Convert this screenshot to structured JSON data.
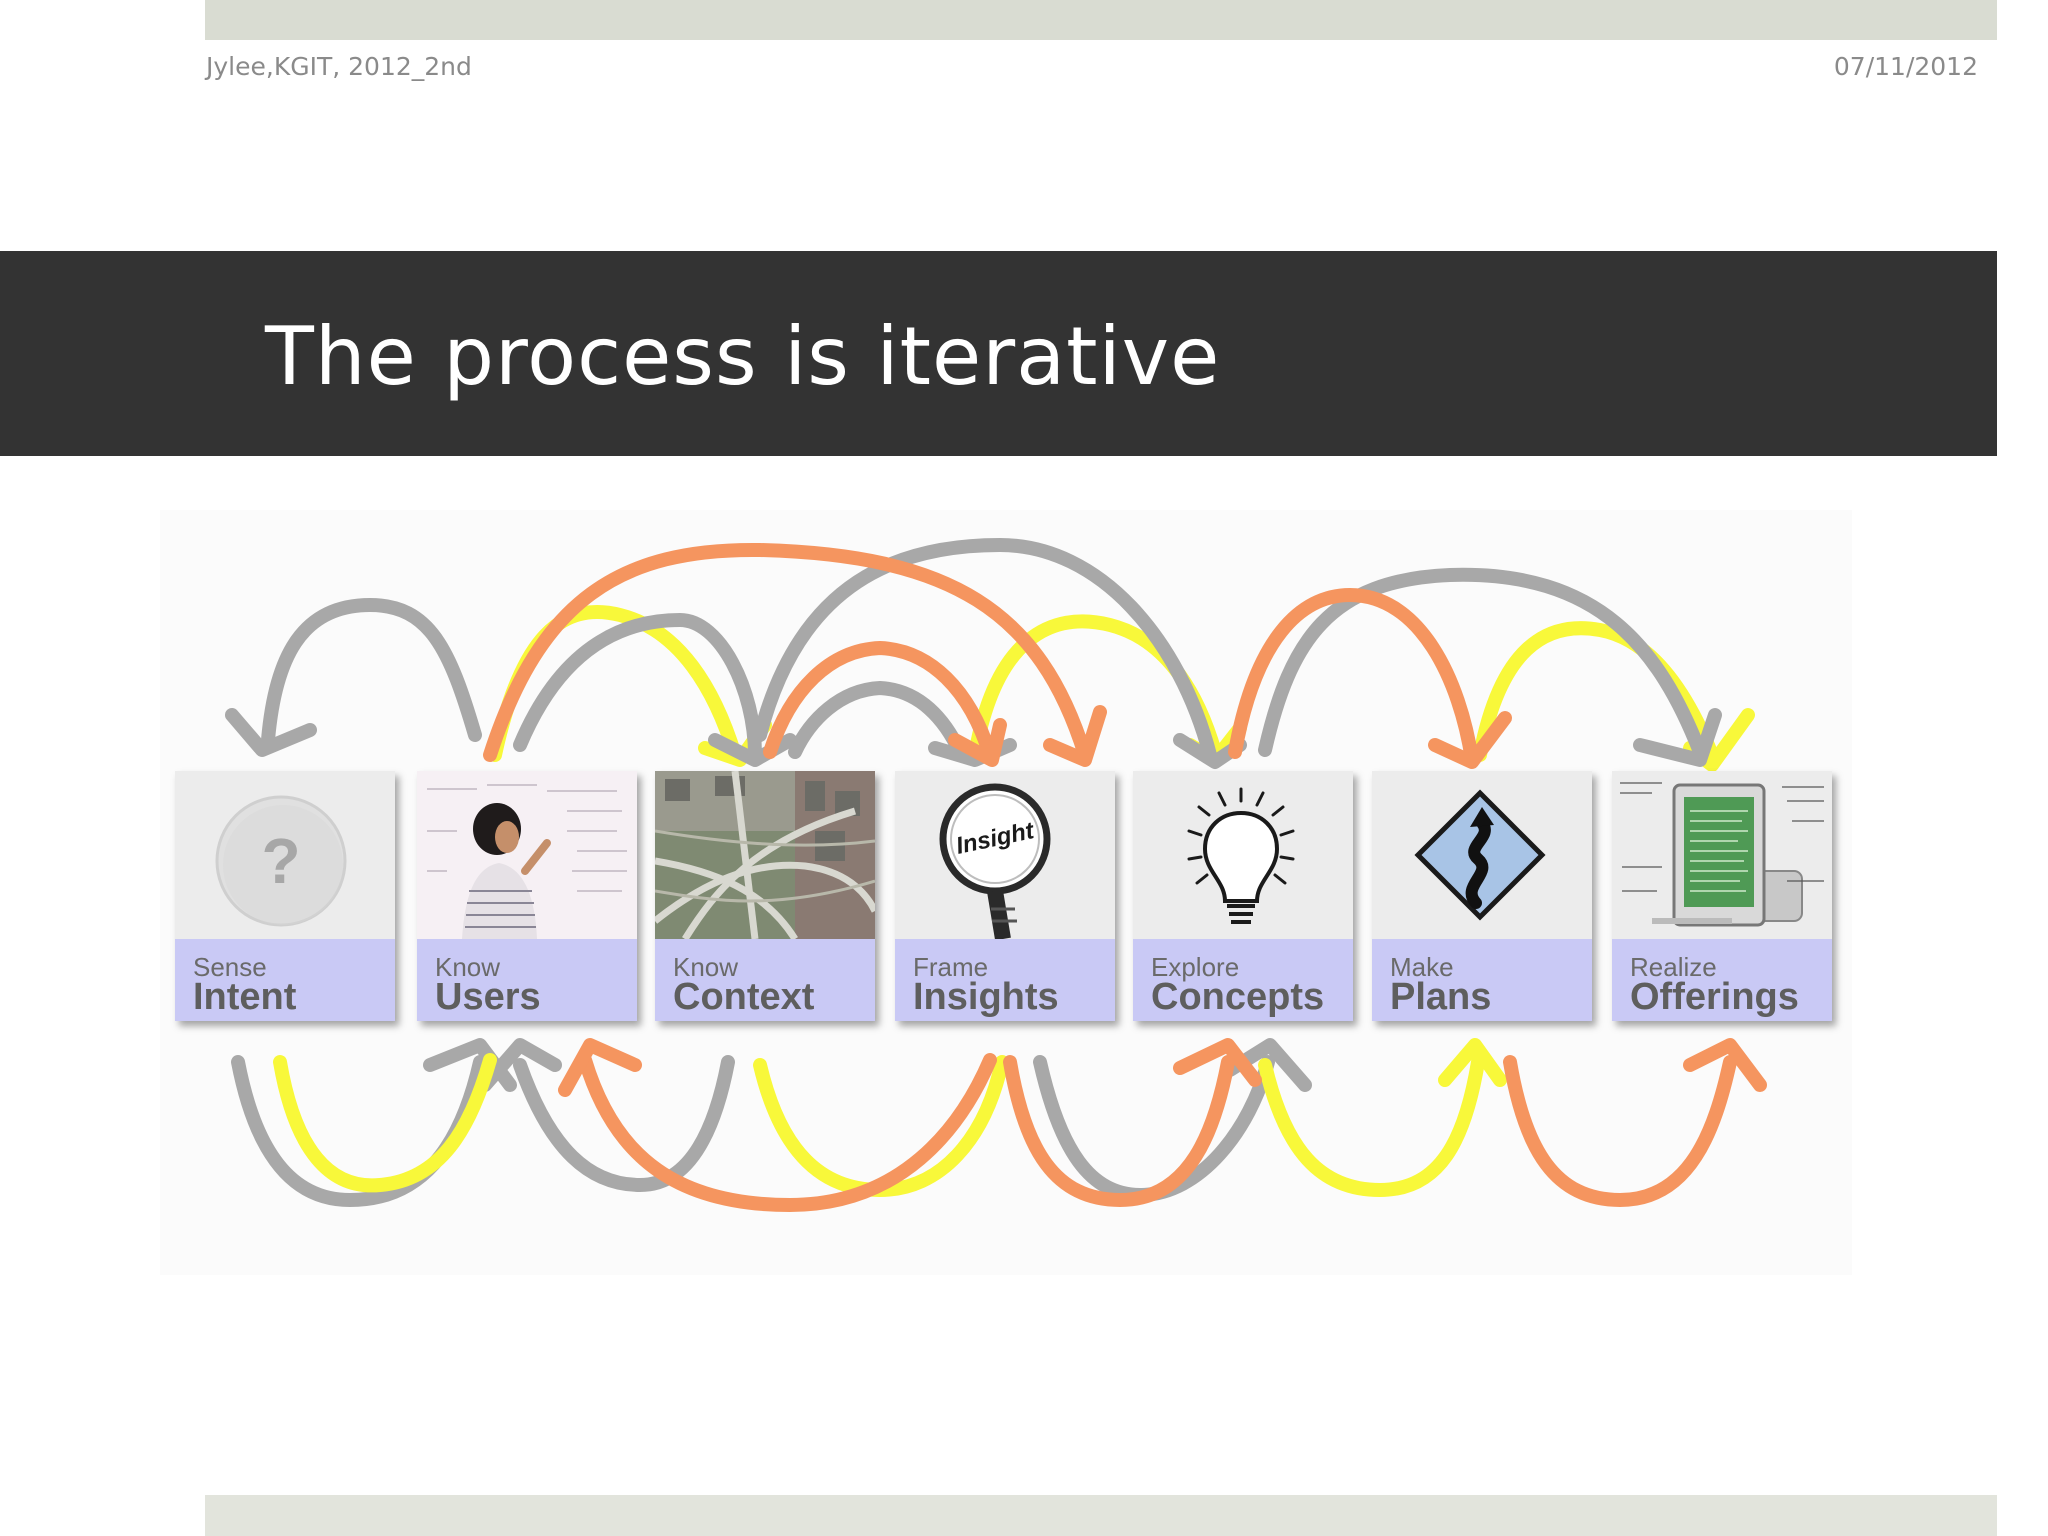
{
  "header": {
    "author": "Jylee,KGIT, 2012_2nd",
    "date": "07/11/2012"
  },
  "title": "The process is iterative",
  "steps": [
    {
      "verb": "Sense",
      "noun": "Intent",
      "icon": "question-mark-icon"
    },
    {
      "verb": "Know",
      "noun": "Users",
      "icon": "child-at-whiteboard-photo"
    },
    {
      "verb": "Know",
      "noun": "Context",
      "icon": "highway-interchange-photo"
    },
    {
      "verb": "Frame",
      "noun": "Insights",
      "icon": "magnifier-insight-icon"
    },
    {
      "verb": "Explore",
      "noun": "Concepts",
      "icon": "lightbulb-icon"
    },
    {
      "verb": "Make",
      "noun": "Plans",
      "icon": "winding-road-sign-icon"
    },
    {
      "verb": "Realize",
      "noun": "Offerings",
      "icon": "tablet-device-icon"
    }
  ],
  "arrow_colors": {
    "gray": "#a8a8a8",
    "orange": "#f5955f",
    "yellow": "#f8f83a"
  },
  "label_band_color": "#c9c9f5"
}
